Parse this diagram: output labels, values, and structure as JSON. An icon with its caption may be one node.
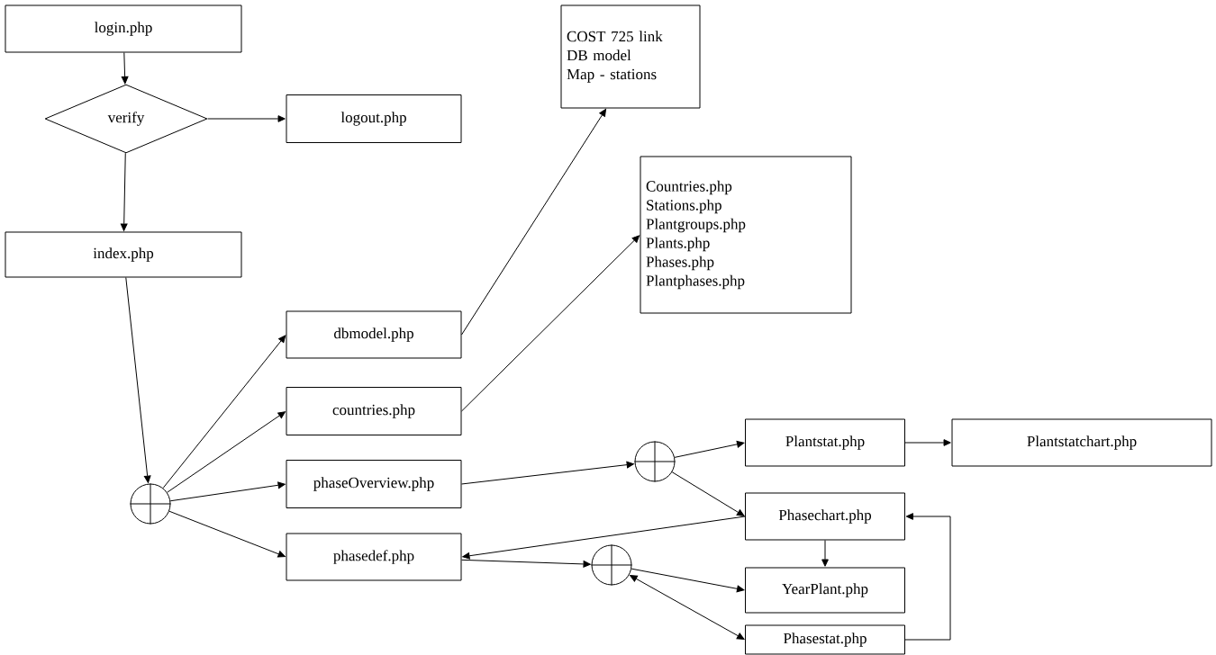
{
  "diagram": {
    "nodes": [
      {
        "text": [
          "login.php"
        ]
      },
      {
        "text": [
          "verify"
        ]
      },
      {
        "text": [
          "logout.php"
        ]
      },
      {
        "text": [
          "index.php"
        ]
      },
      {
        "text": [
          "dbmodel.php"
        ]
      },
      {
        "text": [
          "countries.php"
        ]
      },
      {
        "text": [
          "phaseOverview.php"
        ]
      },
      {
        "text": [
          "phasedef.php"
        ]
      },
      {
        "text": [
          "COST 725 link",
          "DB model",
          "Map - stations"
        ]
      },
      {
        "text": [
          "Countries.php",
          "Stations.php",
          "Plantgroups.php",
          "Plants.php",
          "Phases.php",
          "Plantphases.php"
        ]
      },
      {
        "text": [],
        "shape": "circle"
      },
      {
        "text": [],
        "shape": "circle"
      },
      {
        "text": [],
        "shape": "circle"
      },
      {
        "text": [
          "Plantstat.php"
        ]
      },
      {
        "text": [
          "Plantstatchart.php"
        ]
      },
      {
        "text": [
          "Phasechart.php"
        ]
      },
      {
        "text": [
          "YearPlant.php"
        ]
      },
      {
        "text": [
          "Phasestat.php"
        ]
      }
    ],
    "edges": [
      {
        "from": 0,
        "to": 1,
        "arrow": "to"
      },
      {
        "from": 1,
        "to": 2,
        "arrow": "to"
      },
      {
        "from": 1,
        "to": 3,
        "arrow": "to"
      },
      {
        "from": 3,
        "to": 10,
        "arrow": "to"
      },
      {
        "from": 10,
        "to": 4,
        "arrow": "to"
      },
      {
        "from": 10,
        "to": 5,
        "arrow": "to"
      },
      {
        "from": 10,
        "to": 6,
        "arrow": "to"
      },
      {
        "from": 10,
        "to": 7,
        "arrow": "to"
      },
      {
        "from": 4,
        "to": 8,
        "arrow": "to"
      },
      {
        "from": 5,
        "to": 9,
        "arrow": "to"
      },
      {
        "from": 6,
        "to": 11,
        "arrow": "to"
      },
      {
        "from": 11,
        "to": 13,
        "arrow": "to"
      },
      {
        "from": 11,
        "to": 15,
        "arrow": "to"
      },
      {
        "from": 13,
        "to": 14,
        "arrow": "to"
      },
      {
        "from": 15,
        "to": 7,
        "arrow": "to"
      },
      {
        "from": 15,
        "to": 16,
        "arrow": "to"
      },
      {
        "from": 7,
        "to": 12,
        "arrow": "to"
      },
      {
        "from": 12,
        "to": 16,
        "arrow": "to"
      },
      {
        "from": 12,
        "to": 17,
        "arrow": "both"
      },
      {
        "from": 17,
        "to": 15,
        "arrow": "to"
      }
    ]
  }
}
